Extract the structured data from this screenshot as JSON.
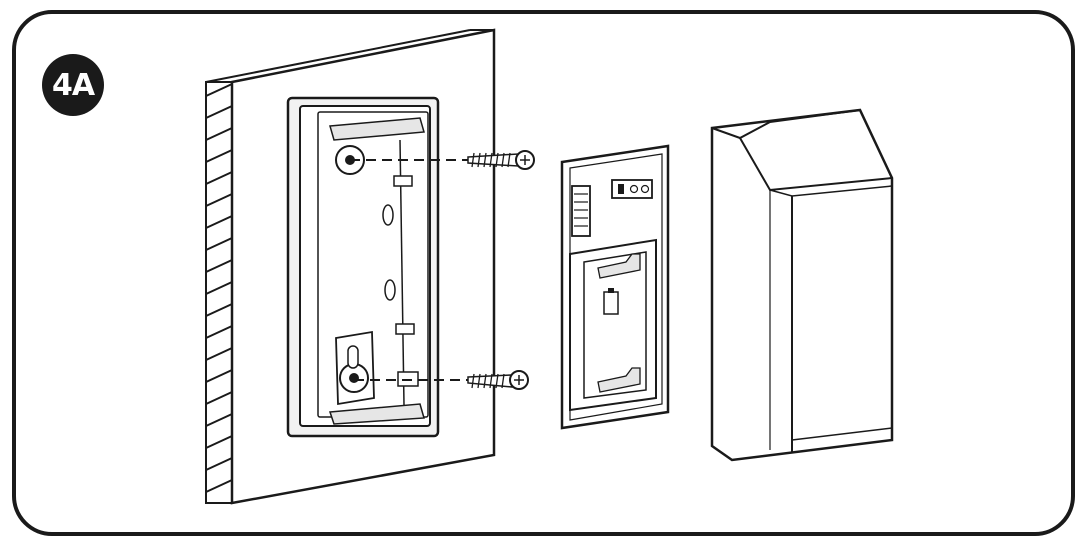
{
  "step_label": "4A",
  "colors": {
    "ink": "#1a1a1a",
    "paper": "#ffffff",
    "shade": "#d9d9d9"
  },
  "parts": [
    {
      "name": "wall-plate",
      "icon": "wall-mount-plate-icon"
    },
    {
      "name": "mounting-screw-top",
      "icon": "screw-icon"
    },
    {
      "name": "mounting-screw-bottom",
      "icon": "screw-icon"
    },
    {
      "name": "device-module",
      "icon": "battery-module-icon"
    },
    {
      "name": "front-cover",
      "icon": "cover-icon"
    }
  ]
}
